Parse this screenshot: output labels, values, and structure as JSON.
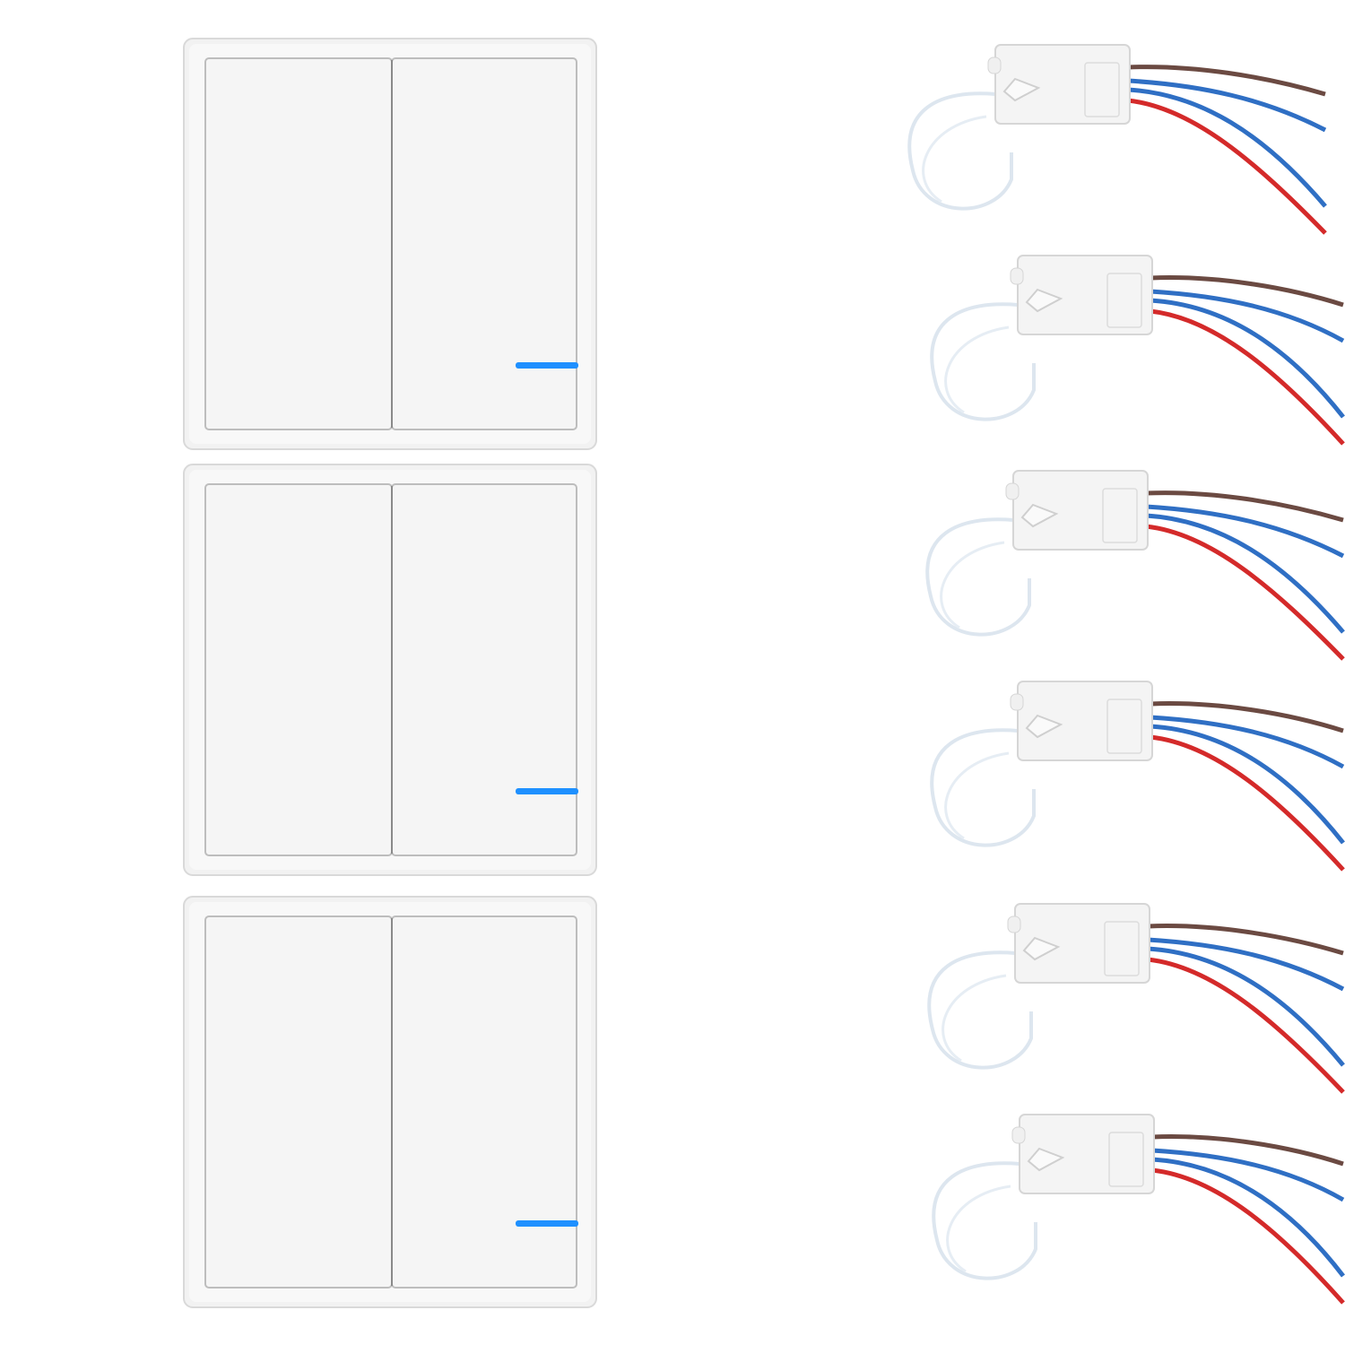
{
  "product": {
    "switch_count": 3,
    "receiver_count": 6,
    "switch_gangs": 2,
    "colors": {
      "background": "#ffffff",
      "switch_body": "#f2f2f2",
      "switch_rocker": "#f5f5f5",
      "indicator_led": "#1e90ff",
      "receiver_body": "#f4f4f4",
      "wire_brown": "#6b4a42",
      "wire_blue": "#2f6fc4",
      "wire_red": "#d42a2a",
      "antenna": "#eef3f8"
    },
    "icons": [
      "wall-switch",
      "receiver-module",
      "antenna-loop",
      "led-indicator"
    ]
  }
}
